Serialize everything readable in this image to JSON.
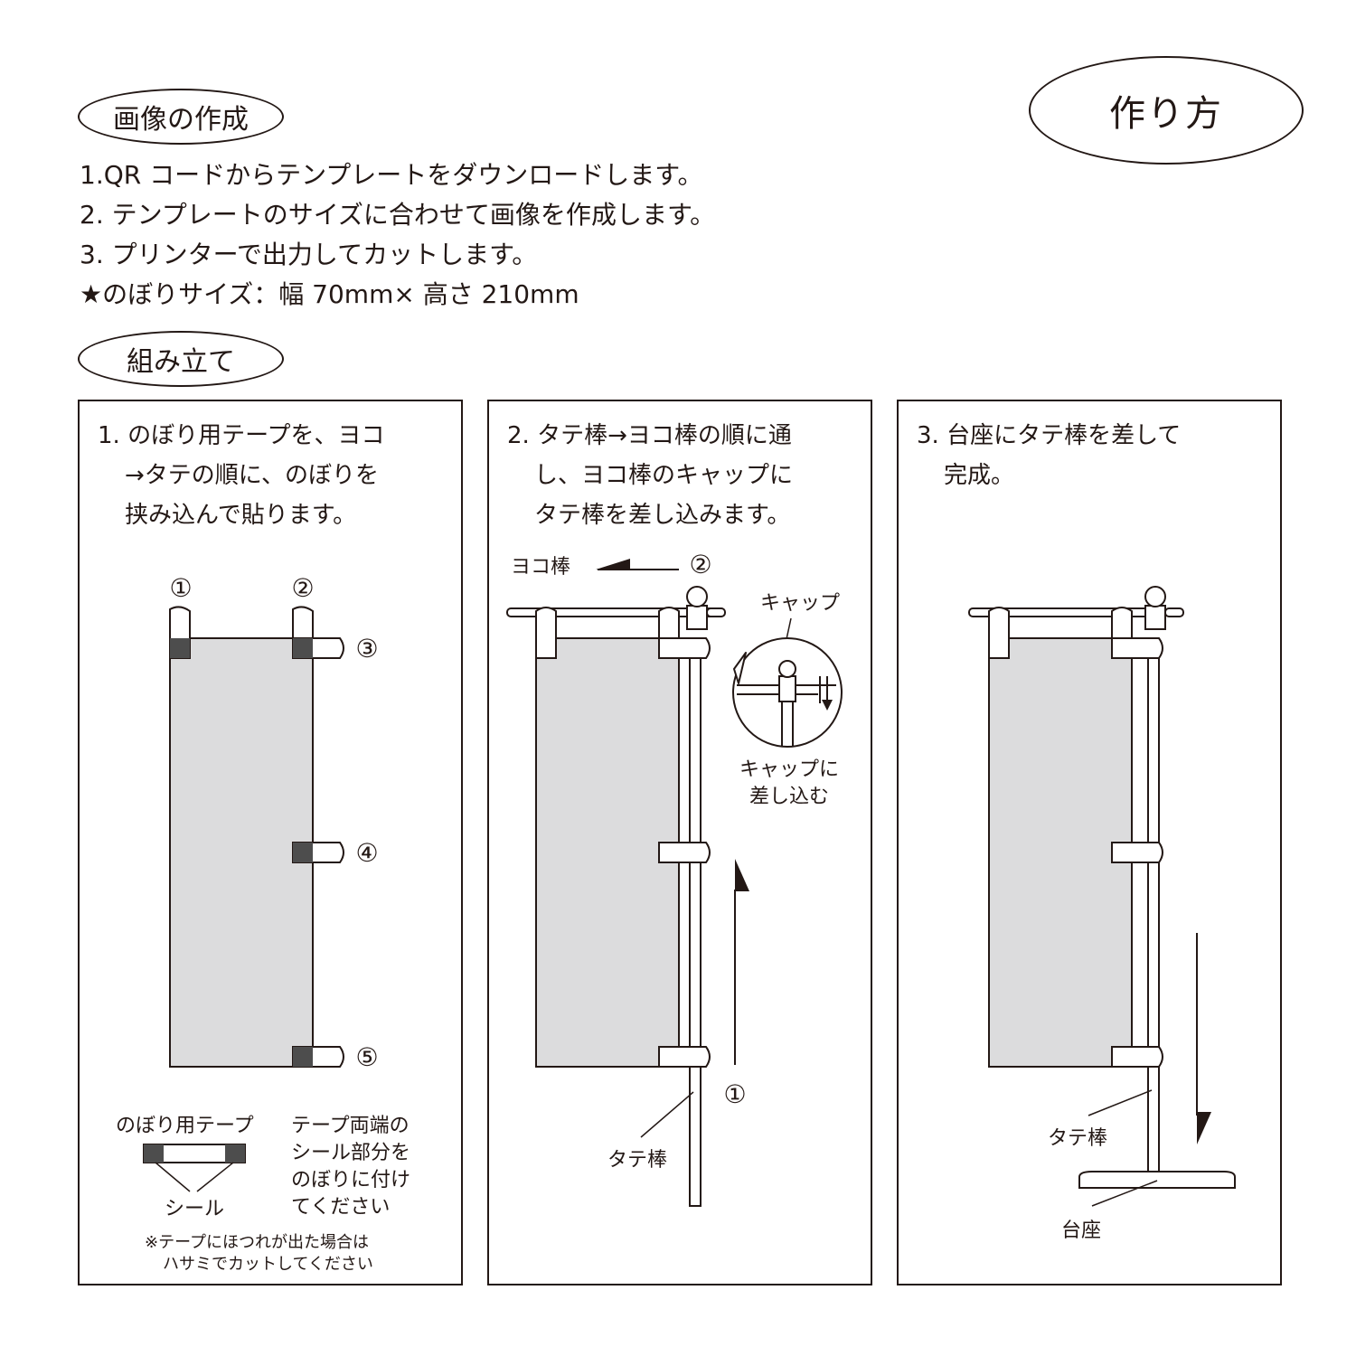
{
  "header": {
    "creation_heading": "画像の作成",
    "how_to_badge": "作り方",
    "steps": [
      "1.QR コードからテンプレートをダウンロードします。",
      "2. テンプレートのサイズに合わせて画像を作成します。",
      "3. プリンターで出力してカットします。",
      "★のぼりサイズ：幅 70mm× 高さ 210mm"
    ],
    "assembly_heading": "組み立て"
  },
  "panel1": {
    "instruction": [
      "1. のぼり用テープを、ヨコ",
      "→タテの順に、のぼりを",
      "挟み込んで貼ります。"
    ],
    "markers": [
      "①",
      "②",
      "③",
      "④",
      "⑤"
    ],
    "tape_label": "のぼり用テープ",
    "seal_label": "シール",
    "tape_note": [
      "テープ両端の",
      "シール部分を",
      "のぼりに付け",
      "てください"
    ],
    "fray_note": [
      "※テープにほつれが出た場合は",
      "ハサミでカットしてください"
    ]
  },
  "panel2": {
    "instruction": [
      "2. タテ棒→ヨコ棒の順に通",
      "し、ヨコ棒のキャップに",
      "タテ棒を差し込みます。"
    ],
    "yoko_label": "ヨコ棒",
    "marker_yoko": "②",
    "cap_label": "キャップ",
    "insert_label": [
      "キャップに",
      "差し込む"
    ],
    "marker_tate": "①",
    "tate_label": "タテ棒"
  },
  "panel3": {
    "instruction": [
      "3. 台座にタテ棒を差して",
      "完成。"
    ],
    "tate_label": "タテ棒",
    "base_label": "台座"
  },
  "colors": {
    "ink": "#231815",
    "banner": "#dcdcdd",
    "tape_dark": "#4d4d4d"
  }
}
